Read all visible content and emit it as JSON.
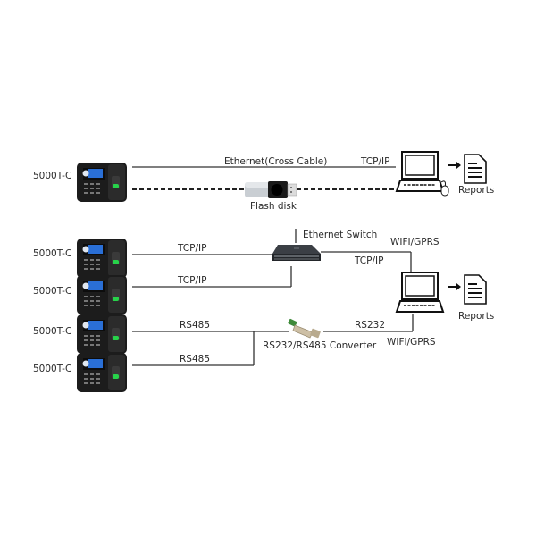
{
  "diagram": {
    "section1": {
      "device_label": "5000T-C",
      "ethernet_label": "Ethernet(Cross Cable)",
      "tcpip_label": "TCP/IP",
      "flash_label": "Flash disk",
      "reports_label": "Reports"
    },
    "section2": {
      "devices": [
        {
          "label": "5000T-C",
          "link_label": "TCP/IP"
        },
        {
          "label": "5000T-C",
          "link_label": "TCP/IP"
        },
        {
          "label": "5000T-C",
          "link_label": "RS485"
        },
        {
          "label": "5000T-C",
          "link_label": "RS485"
        }
      ],
      "switch_label": "Ethernet Switch",
      "switch_to_pc_label": "TCP/IP",
      "wifi_top_label": "WIFI/GPRS",
      "converter_label": "RS232/RS485 Converter",
      "rs232_label": "RS232",
      "wifi_bottom_label": "WIFI/GPRS",
      "reports_label": "Reports"
    },
    "colors": {
      "line": "#333333",
      "device_body": "#1c1c1c",
      "screen": "#2a6fd6",
      "fingerprint_led": "#27d34a"
    }
  }
}
